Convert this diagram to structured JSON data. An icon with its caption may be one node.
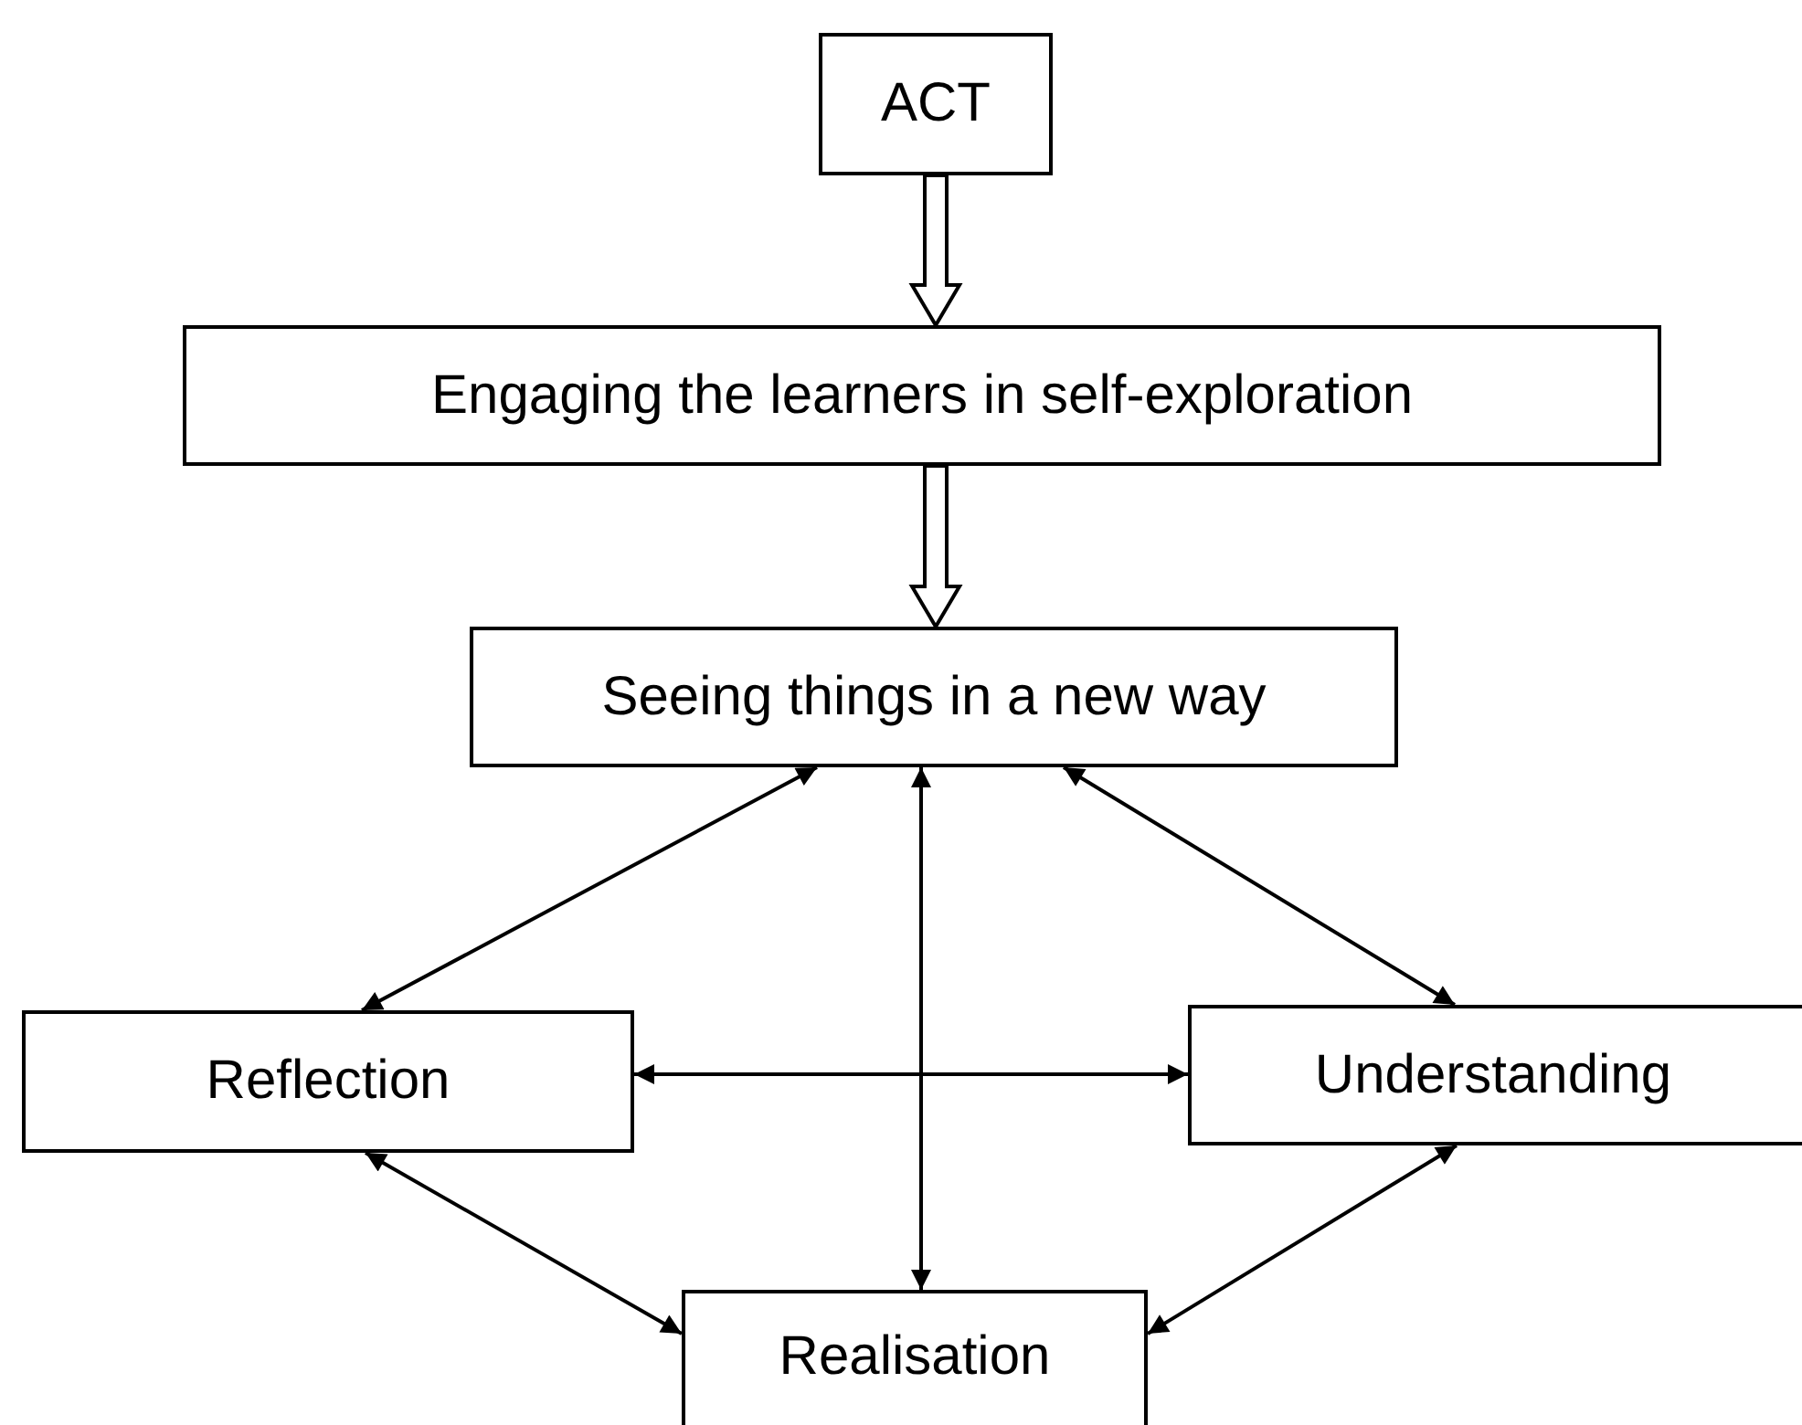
{
  "diagram": {
    "nodes": [
      {
        "text": [
          "ACT"
        ]
      },
      {
        "text": [
          "Engaging the learners in self-exploration"
        ]
      },
      {
        "text": [
          "Seeing things in a new way"
        ]
      },
      {
        "text": [
          "Reflection"
        ]
      },
      {
        "text": [
          "Understanding"
        ]
      },
      {
        "text": [
          "Realisation"
        ]
      }
    ],
    "edges": [
      {
        "from": 0,
        "to": 1,
        "arrow": "to",
        "style": "thick"
      },
      {
        "from": 1,
        "to": 2,
        "arrow": "to",
        "style": "thick"
      },
      {
        "from": 2,
        "to": 3,
        "arrow": "both"
      },
      {
        "from": 2,
        "to": 5,
        "arrow": "both"
      },
      {
        "from": 2,
        "to": 4,
        "arrow": "both"
      },
      {
        "from": 3,
        "to": 4,
        "arrow": "both"
      },
      {
        "from": 3,
        "to": 5,
        "arrow": "both"
      },
      {
        "from": 4,
        "to": 5,
        "arrow": "both"
      }
    ]
  }
}
